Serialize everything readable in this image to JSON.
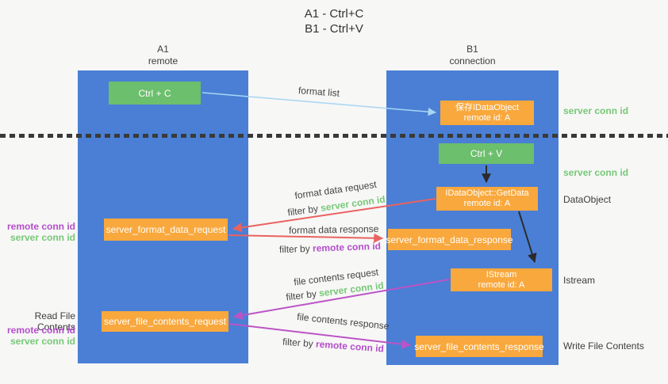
{
  "title": {
    "line1": "A1 - Ctrl+C",
    "line2": "B1 - Ctrl+V"
  },
  "columns": {
    "left": {
      "name": "A1",
      "role": "remote"
    },
    "right": {
      "name": "B1",
      "role": "connection"
    }
  },
  "boxes": {
    "ctrl_c": {
      "label": "Ctrl + C"
    },
    "save_idataobject": {
      "line1": "保存IDataObject",
      "line2": "remote id: A"
    },
    "ctrl_v": {
      "label": "Ctrl + V"
    },
    "idataobject_getdata": {
      "line1": "IDataObject::GetData",
      "line2": "remote id: A"
    },
    "server_format_data_request": {
      "label": "server_format_data_request"
    },
    "server_format_data_response": {
      "label": "server_format_data_response"
    },
    "istream": {
      "line1": "IStream",
      "line2": "remote id: A"
    },
    "server_file_contents_request": {
      "label": "server_file_contents_request"
    },
    "server_file_contents_response": {
      "label": "server_file_contents_response"
    }
  },
  "left_margin": {
    "format_ids": {
      "remote": "remote conn id",
      "server": "server conn id"
    },
    "read_file_contents": "Read File Contents",
    "file_ids": {
      "remote": "remote conn id",
      "server": "server conn id"
    }
  },
  "right_margin": {
    "server_conn_id_top": "server conn id",
    "server_conn_id_mid": "server conn id",
    "dataobject": "DataObject",
    "istream": "Istream",
    "write_file_contents": "Write File Contents"
  },
  "arrow_labels": {
    "format_list": "format list",
    "format_data_request": "format data request",
    "filter_by": "filter by ",
    "server_conn_id": "server conn id",
    "format_data_response": "format data response",
    "remote_conn_id": "remote conn id",
    "file_contents_request": "file contents request",
    "file_contents_response": "file contents response"
  },
  "colors": {
    "column_blue": "#4a7fd5",
    "box_green": "#6cbf6c",
    "box_orange": "#f9a83d",
    "arrow_red": "#e96360",
    "arrow_magenta": "#bb54c6",
    "arrow_blue": "#a8d6f2",
    "arrow_black": "#2b2b2b",
    "label_green": "#77c877",
    "label_purple": "#b44ecb",
    "text_dark": "#3d3d3d"
  }
}
